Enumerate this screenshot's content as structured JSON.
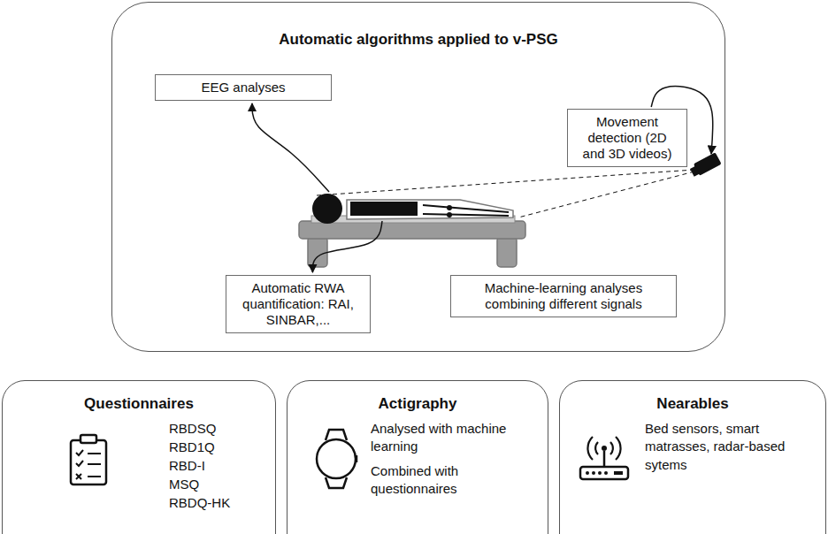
{
  "diagram": {
    "nodes": [
      {
        "text": [
          "Automatic algorithms applied to v-PSG"
        ]
      },
      {
        "text": [
          "EEG analyses"
        ],
        "in": 0
      },
      {
        "text": [
          "Movement detection (2D and 3D videos)"
        ],
        "in": 0
      },
      {
        "text": [
          "Automatic RWA quantification: RAI, SINBAR,..."
        ],
        "in": 0
      },
      {
        "text": [
          "Machine-learning analyses combining different signals"
        ],
        "in": 0
      },
      {
        "text": [
          "Questionnaires",
          "RBDSQ",
          "RBD1Q",
          "RBD-I",
          "MSQ",
          "RBDQ-HK"
        ]
      },
      {
        "text": [
          "Actigraphy",
          "Analysed with machine learning",
          "Combined with questionnaires"
        ]
      },
      {
        "text": [
          "Nearables",
          "Bed sensors, smart matrasses, radar-based sytems"
        ]
      }
    ]
  }
}
